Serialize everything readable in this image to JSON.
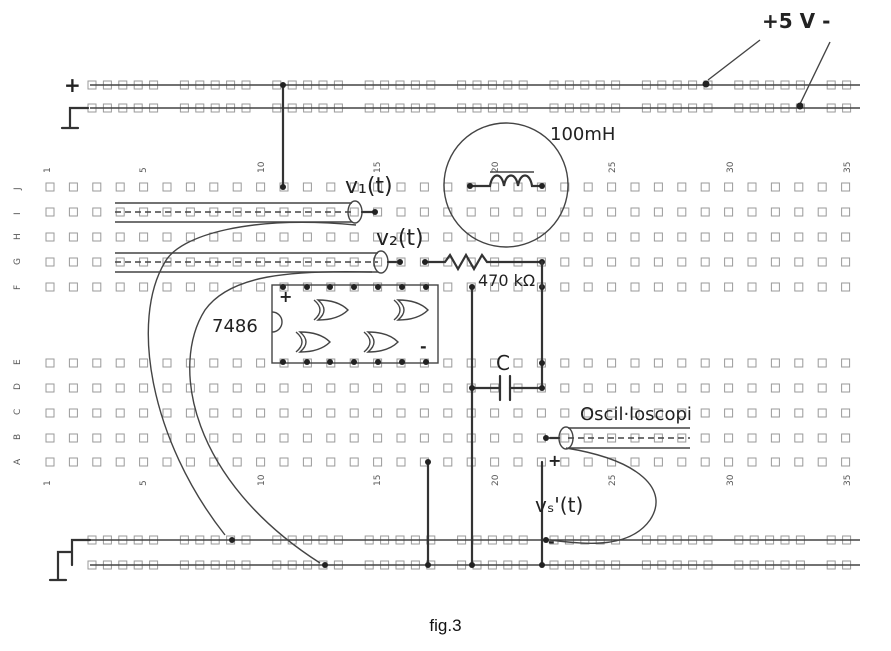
{
  "labels": {
    "supply": "+5 V  -",
    "plus_rail": "+",
    "inductor": "100mH",
    "v1": "v₁(t)",
    "v2": "v₂(t)",
    "resistor": "470 kΩ",
    "ic": "7486",
    "capacitor": "C",
    "scope": "Oscil·loscopi",
    "vs": "vₛ'(t)",
    "ic_plus": "+",
    "ic_minus": "-",
    "scope_plus": "+",
    "scope_minus": "-"
  },
  "row_letters_top": [
    "J",
    "I",
    "H",
    "G",
    "F"
  ],
  "row_letters_bottom": [
    "E",
    "D",
    "C",
    "B",
    "A"
  ],
  "column_numbers": [
    "1",
    "5",
    "10",
    "15",
    "20",
    "25",
    "30",
    "35"
  ],
  "caption": "fig.3"
}
